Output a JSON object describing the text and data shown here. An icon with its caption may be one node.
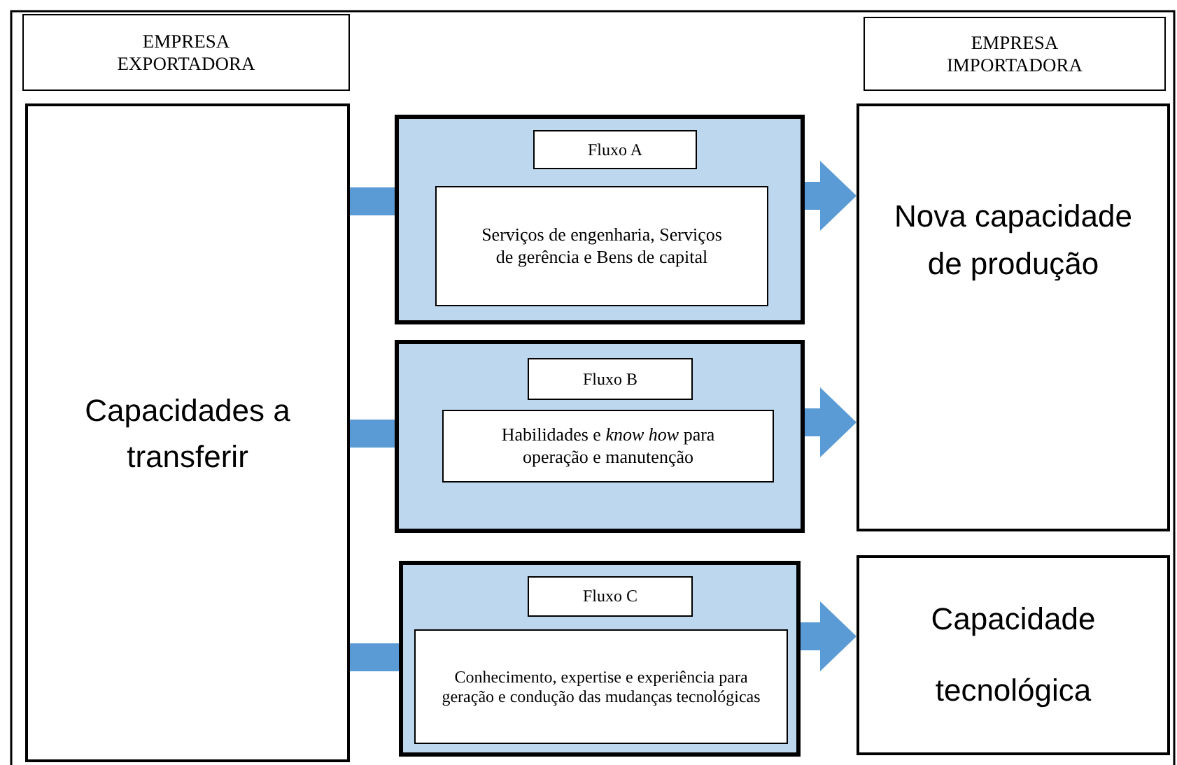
{
  "diagram": {
    "nodes": [
      {
        "text": [
          "EMPRESA EXPORTADORA"
        ]
      },
      {
        "text": [
          "Capacidades a transferir"
        ]
      },
      {
        "text": [],
        "shape": "box"
      },
      {
        "text": [
          "Fluxo A"
        ],
        "in": 2
      },
      {
        "text": [
          "Serviços de engenharia, Serviços de gerência e Bens de capital"
        ],
        "in": 2
      },
      {
        "text": [],
        "shape": "box"
      },
      {
        "text": [
          "Fluxo B"
        ],
        "in": 5
      },
      {
        "text": [
          "Habilidades e *know how* para operação e manutenção"
        ],
        "in": 5
      },
      {
        "text": [],
        "shape": "box"
      },
      {
        "text": [
          "Fluxo C"
        ],
        "in": 8
      },
      {
        "text": [
          "Conhecimento, expertise e experiência para geração e condução das mudanças tecnológicas"
        ],
        "in": 8
      },
      {
        "text": [
          "EMPRESA IMPORTADORA"
        ]
      },
      {
        "text": [
          "Nova capacidade de produção"
        ]
      },
      {
        "text": [
          "Capacidade tecnológica"
        ]
      }
    ],
    "edges": [
      {
        "from": 1,
        "to": 2,
        "arrow": "none"
      },
      {
        "from": 1,
        "to": 5,
        "arrow": "none"
      },
      {
        "from": 1,
        "to": 8,
        "arrow": "none"
      },
      {
        "from": 2,
        "to": 12,
        "arrow": "to"
      },
      {
        "from": 5,
        "to": 12,
        "arrow": "to"
      },
      {
        "from": 8,
        "to": 13,
        "arrow": "to"
      }
    ]
  }
}
